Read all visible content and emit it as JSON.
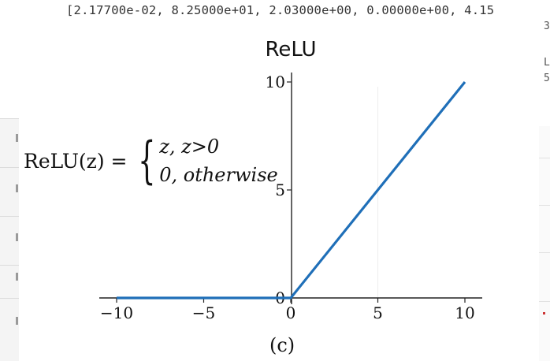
{
  "top_code_text": "[2.17700e-02, 8.25000e+01, 2.03000e+00, 0.00000e+00, 4.15",
  "right_edge_glyphs": [
    "3",
    "L",
    "5"
  ],
  "formula": {
    "lhs": "ReLU(z) =",
    "case1": "z, z>0",
    "case2": "0, otherwise"
  },
  "caption": "(c)",
  "colors": {
    "line": "#1f6fb8",
    "axis": "#222222",
    "grid": "#eeeeee"
  },
  "chart_data": {
    "type": "line",
    "title": "ReLU",
    "xlabel": "",
    "ylabel": "",
    "xlim": [
      -10,
      10
    ],
    "ylim": [
      0,
      10
    ],
    "x_ticks": [
      -10,
      -5,
      0,
      5,
      10
    ],
    "x_tick_labels": [
      "−10",
      "−5",
      "0",
      "5",
      "10"
    ],
    "y_ticks": [
      0,
      5,
      10
    ],
    "y_tick_labels": [
      "0",
      "5",
      "10"
    ],
    "series": [
      {
        "x": [
          -10,
          0,
          10
        ],
        "y": [
          0,
          0,
          10
        ]
      }
    ],
    "grid": false,
    "legend": "none"
  }
}
